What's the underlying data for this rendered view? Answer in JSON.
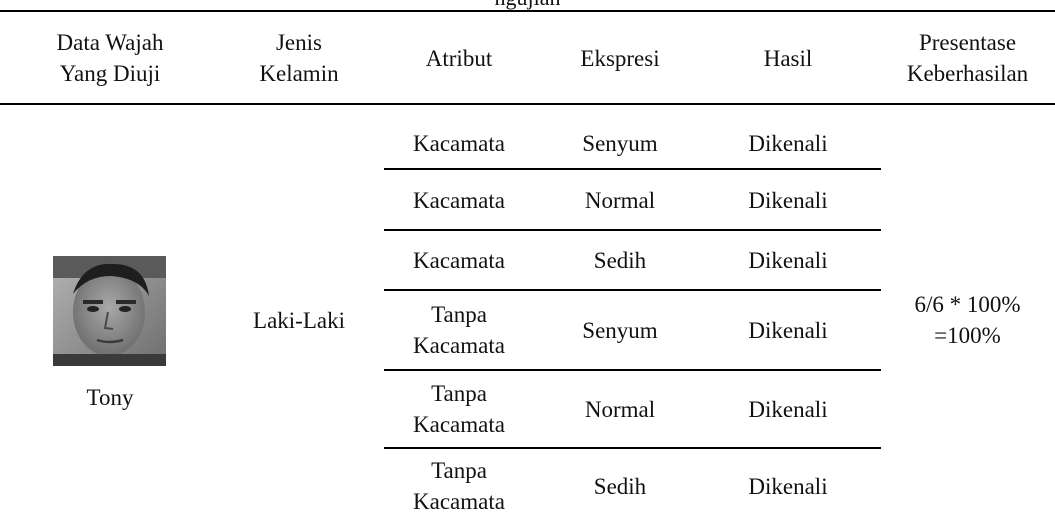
{
  "caption_fragment": "ngujian",
  "headers": {
    "wajah": "Data Wajah\nYang Diuji",
    "jenis": "Jenis\nKelamin",
    "atribut": "Atribut",
    "ekspresi": "Ekspresi",
    "hasil": "Hasil",
    "presentase": "Presentase\nKeberhasilan"
  },
  "subject": {
    "name": "Tony",
    "gender": "Laki-Laki",
    "success_rate": "6/6 * 100%\n=100%"
  },
  "rows": [
    {
      "atribut": "Kacamata",
      "ekspresi": "Senyum",
      "hasil": "Dikenali"
    },
    {
      "atribut": "Kacamata",
      "ekspresi": "Normal",
      "hasil": "Dikenali"
    },
    {
      "atribut": "Kacamata",
      "ekspresi": "Sedih",
      "hasil": "Dikenali"
    },
    {
      "atribut": "Tanpa\nKacamata",
      "ekspresi": "Senyum",
      "hasil": "Dikenali"
    },
    {
      "atribut": "Tanpa\nKacamata",
      "ekspresi": "Normal",
      "hasil": "Dikenali"
    },
    {
      "atribut": "Tanpa\nKacamata",
      "ekspresi": "Sedih",
      "hasil": "Dikenali"
    }
  ]
}
